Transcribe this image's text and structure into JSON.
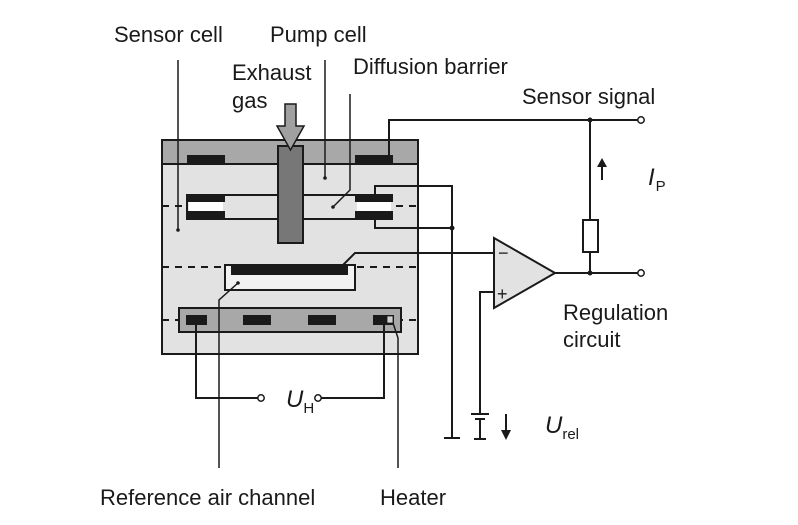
{
  "title": "Broadband lambda sensor (wide-band oxygen sensor) schematic",
  "labels": {
    "sensor_cell": "Sensor cell",
    "pump_cell": "Pump cell",
    "exhaust_gas_line1": "Exhaust",
    "exhaust_gas_line2": "gas",
    "diffusion_barrier": "Diffusion barrier",
    "sensor_signal": "Sensor signal",
    "pump_current_symbol": "I",
    "pump_current_sub": "P",
    "regulation_line1": "Regulation",
    "regulation_line2": "circuit",
    "heater_voltage_symbol": "U",
    "heater_voltage_sub": "H",
    "reference_voltage_symbol": "U",
    "reference_voltage_sub": "rel",
    "reference_air_channel": "Reference air channel",
    "heater": "Heater",
    "opamp_minus": "−",
    "opamp_plus": "+"
  },
  "colors": {
    "body_light": "#e2e2e2",
    "body_dark": "#a8a8a8",
    "gas_inlet": "#777777",
    "electrode": "#1a1a1a",
    "line": "#1a1a1a",
    "arrow": "#a0a0a0"
  }
}
